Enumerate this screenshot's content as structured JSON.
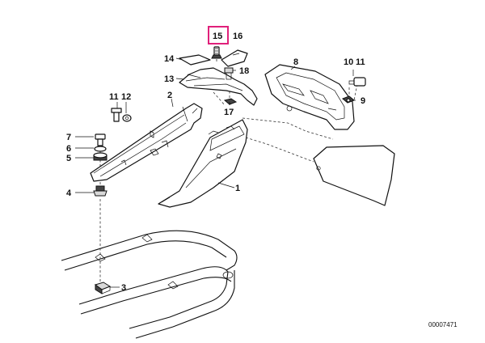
{
  "highlight_color": "#e0207a",
  "highlighted_part": "15",
  "labels": {
    "p1": "1",
    "p2": "2",
    "p3": "3",
    "p4": "4",
    "p5": "5",
    "p6": "6",
    "p7": "7",
    "p8": "8",
    "p9": "9",
    "p10": "10",
    "p11a": "11",
    "p11b": "11",
    "p12": "12",
    "p13": "13",
    "p14": "14",
    "p15": "15",
    "p16": "16",
    "p17": "17",
    "p18": "18"
  },
  "diagram_number": "00007471"
}
